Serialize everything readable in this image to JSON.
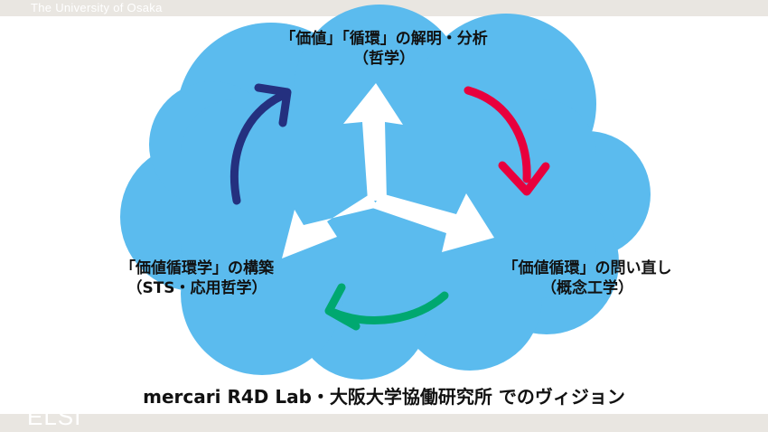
{
  "header": {
    "university": "The University of Osaka"
  },
  "footer": {
    "logo_text": "ELSI"
  },
  "diagram": {
    "top_label_line1": "「価値」「循環」の解明・分析",
    "top_label_line2": "（哲学）",
    "left_label_line1": "「価値循環学」の構築",
    "left_label_line2": "（STS・応用哲学）",
    "right_label_line1": "「価値循環」の問い直し",
    "right_label_line2": "（概念工学）",
    "caption": "mercari R4D Lab・大阪大学協働研究所 でのヴィジョン"
  },
  "colors": {
    "cloud": "#5bbbee",
    "band": "#e9e6e1",
    "arrow_red": "#e8003d",
    "arrow_navy": "#24307f",
    "arrow_green": "#00a870",
    "center_arrows": "#ffffff"
  }
}
